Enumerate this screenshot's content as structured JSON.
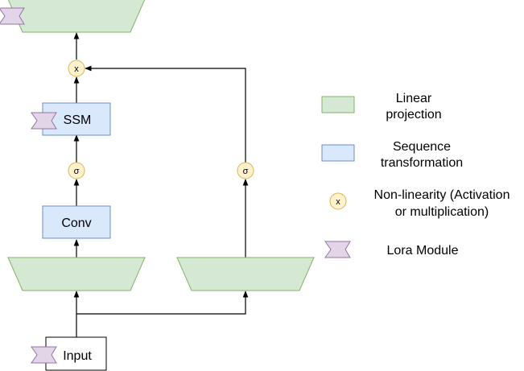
{
  "diagram": {
    "blocks": {
      "input": "Input",
      "conv": "Conv",
      "ssm": "SSM"
    },
    "operators": {
      "sigma": "σ",
      "multiply": "x"
    },
    "legend": {
      "linear_line1": "Linear",
      "linear_line2": "projection",
      "sequence_line1": "Sequence",
      "sequence_line2": "transformation",
      "nonlinearity_line1": "Non-linearity (Activation",
      "nonlinearity_line2": "or multiplication)",
      "nonlinearity_symbol": "x",
      "lora": "Lora Module"
    }
  },
  "colors": {
    "linear_fill": "#d5e8d4",
    "linear_stroke": "#82b366",
    "sequence_fill": "#dae8fc",
    "sequence_stroke": "#6c8ebf",
    "operator_fill": "#fff2cc",
    "operator_stroke": "#d6b656",
    "lora_fill": "#e1d5e7",
    "lora_stroke": "#9673a6",
    "line": "#000000"
  }
}
